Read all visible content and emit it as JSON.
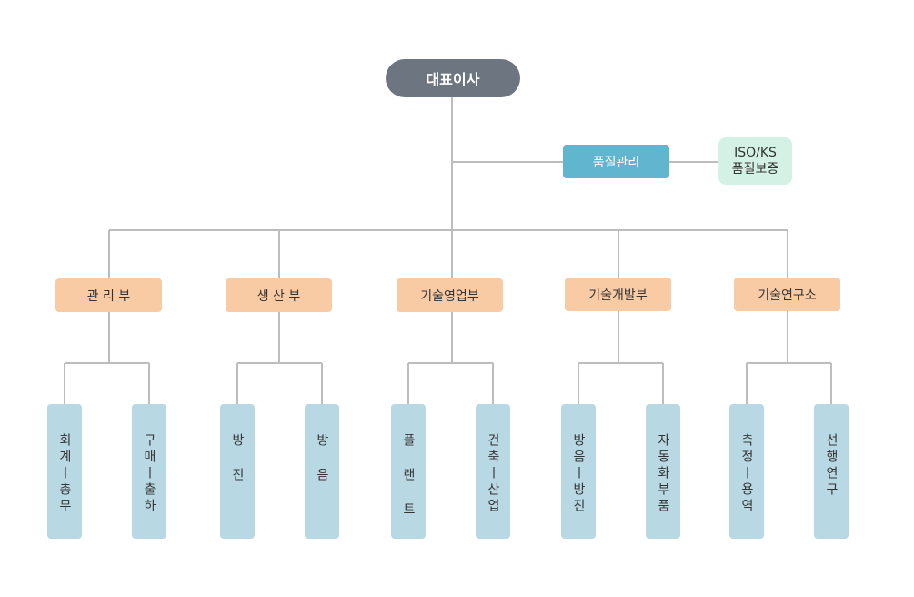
{
  "ceo": "대표이사",
  "quality": {
    "label": "품질관리",
    "iso_line1": "ISO/KS",
    "iso_line2": "품질보증"
  },
  "departments": [
    {
      "label": "관 리 부",
      "teams": [
        "회계ㅣ총무",
        "구매ㅣ출하"
      ]
    },
    {
      "label": "생 산 부",
      "teams": [
        "방  진",
        "방  음"
      ]
    },
    {
      "label": "기술영업부",
      "teams": [
        "플 랜 트",
        "건축ㅣ산업"
      ]
    },
    {
      "label": "기술개발부",
      "teams": [
        "방음ㅣ방진",
        "자동화부품"
      ]
    },
    {
      "label": "기술연구소",
      "teams": [
        "측정ㅣ용역",
        "선행연구"
      ]
    }
  ],
  "colors": {
    "ceo": "#6d7581",
    "quality": "#62b5cf",
    "iso": "#d4f1e6",
    "department": "#f9cba5",
    "team": "#b8d8e3",
    "connector": "#bdbdbd"
  }
}
